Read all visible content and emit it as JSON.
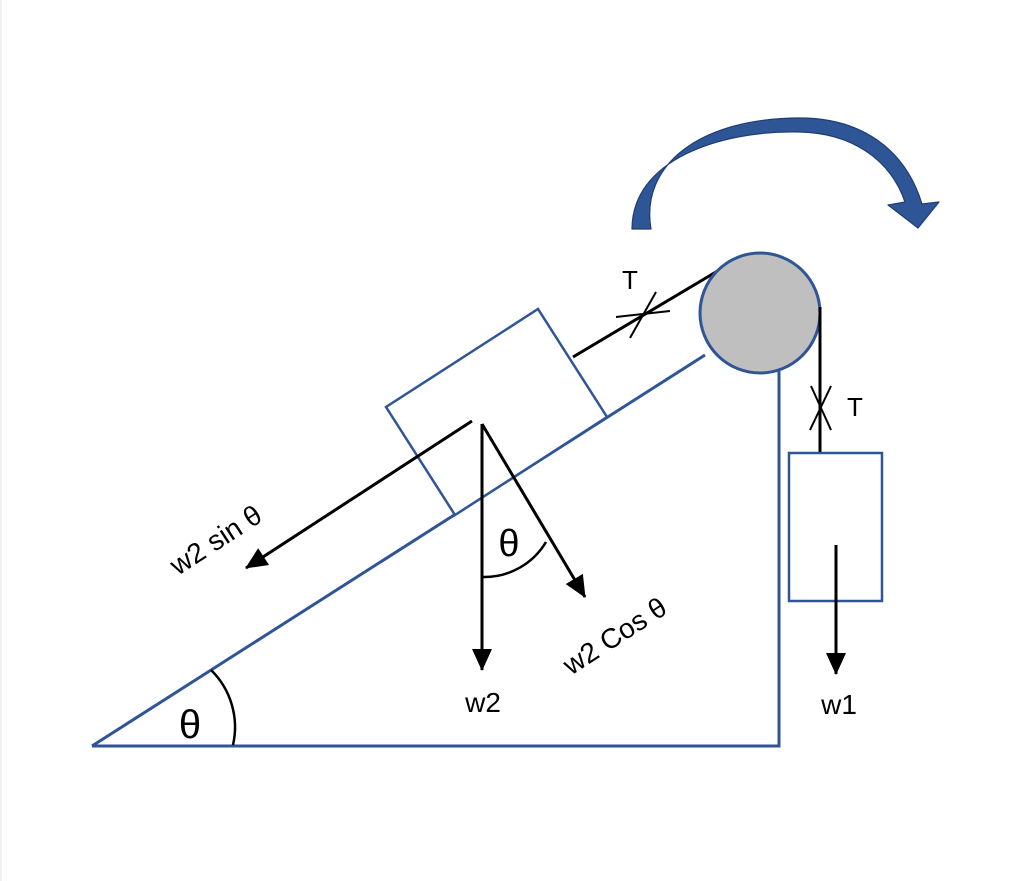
{
  "colors": {
    "outline": "#2f5597",
    "arrow_fill": "#2e5596",
    "pulley_fill": "#bfbfbf",
    "force": "#000000"
  },
  "labels": {
    "incline_angle": "θ",
    "force_angle": "θ",
    "tension_rope_incline": "T",
    "tension_rope_hanging": "T",
    "w2_sin": "w2 sin θ",
    "w2_cos": "w2 Cos θ",
    "w2": "w2",
    "w1": "w1"
  },
  "icons": {
    "rotation": "curved-arrow-clockwise-icon"
  }
}
